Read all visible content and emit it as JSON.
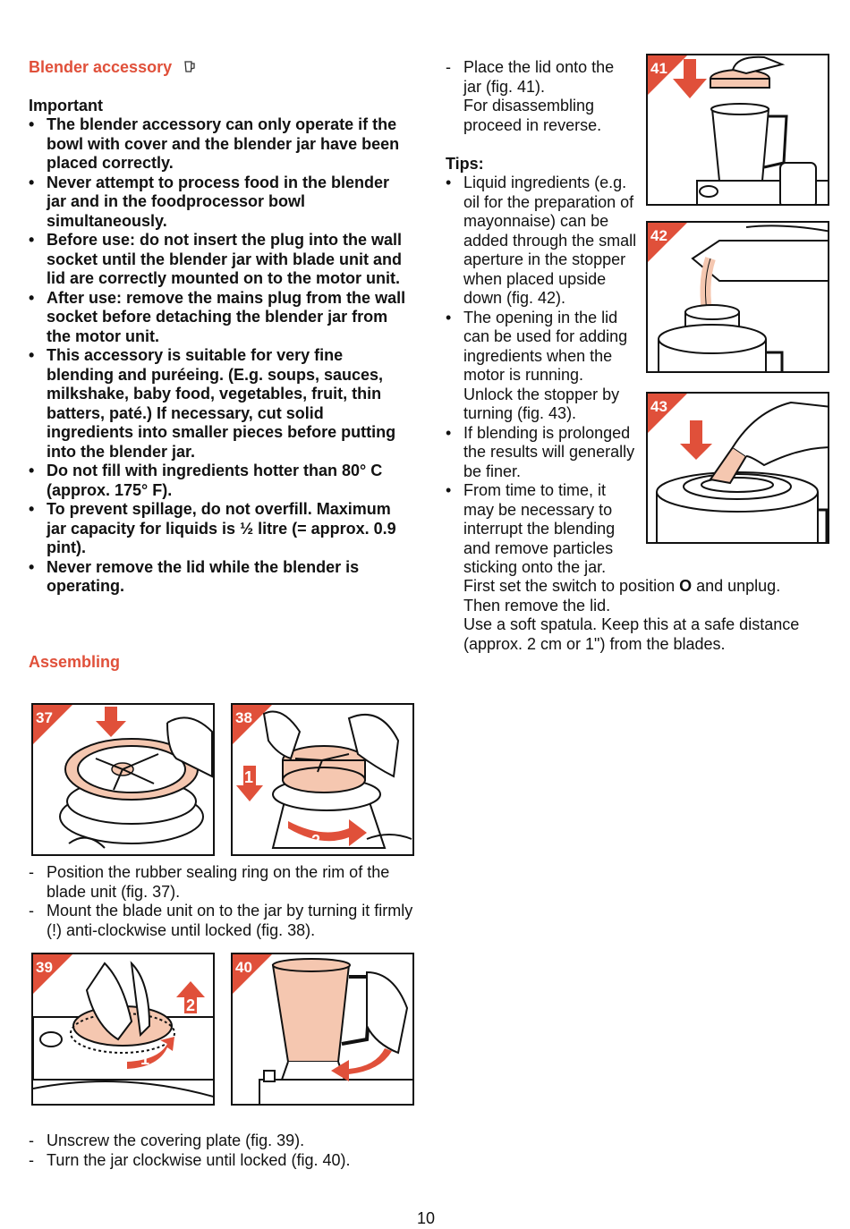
{
  "blender": {
    "title": "Blender accessory",
    "important_heading": "Important",
    "important_items": [
      "The blender accessory can only operate if the bowl with cover and the blender jar have been placed correctly.",
      "Never attempt to process food in the blender jar and in the foodprocessor bowl simultaneously.",
      "Before use: do not insert the plug into the wall socket until the blender jar with blade unit and lid are correctly mounted on to the motor unit.",
      "After use: remove the mains plug from the wall socket before detaching the blender jar from the motor unit.",
      "This accessory is suitable for very fine blending and puréeing. (E.g. soups, sauces, milkshake, baby food, vegetables, fruit, thin batters, paté.) If necessary, cut solid ingredients into smaller pieces before putting into the blender jar.",
      "Do not fill with ingredients hotter than 80° C (approx. 175° F).",
      "To prevent spillage, do not overfill. Maximum jar capacity for liquids is ½ litre (= approx. 0.9 pint).",
      "Never remove the lid while the blender is operating."
    ]
  },
  "assembling": {
    "title": "Assembling",
    "steps_a": [
      "Position the rubber sealing ring on the rim of the blade unit (fig. 37).",
      "Mount the blade unit on to the jar by turning it firmly (!) anti-clockwise until locked (fig. 38)."
    ],
    "steps_b": [
      "Unscrew the covering plate (fig. 39).",
      "Turn the jar clockwise until locked (fig. 40)."
    ]
  },
  "figures": {
    "f37": "37",
    "f38": "38",
    "f39": "39",
    "f40": "40",
    "f41": "41",
    "f42": "42",
    "f43": "43",
    "step1": "1",
    "step2": "2"
  },
  "right": {
    "lid_step": "Place the lid onto the jar (fig. 41).",
    "disassembling": "For disassembling proceed in reverse.",
    "tips_heading": "Tips:",
    "tips": [
      "Liquid ingredients (e.g. oil for the preparation of mayonnaise) can be added through the small aperture in the stopper when placed upside down (fig. 42).",
      "The opening in the lid can be used for adding ingredients when the motor is running.",
      "Unlock the stopper by turning (fig. 43).",
      "If blending is prolonged the results will generally be finer.",
      "From time to time, it may be necessary to interrupt the blending and remove particles sticking onto the jar."
    ],
    "switch_pre": "First set the switch to position ",
    "switch_pos": "O",
    "switch_post": " and unplug.",
    "remove_lid": "Then remove the lid.",
    "spatula": "Use a soft spatula. Keep this at a safe distance (approx. 2 cm or 1\") from the blades."
  },
  "page_number": "10",
  "colors": {
    "accent": "#e0503a",
    "peach": "#f5c7b0"
  }
}
